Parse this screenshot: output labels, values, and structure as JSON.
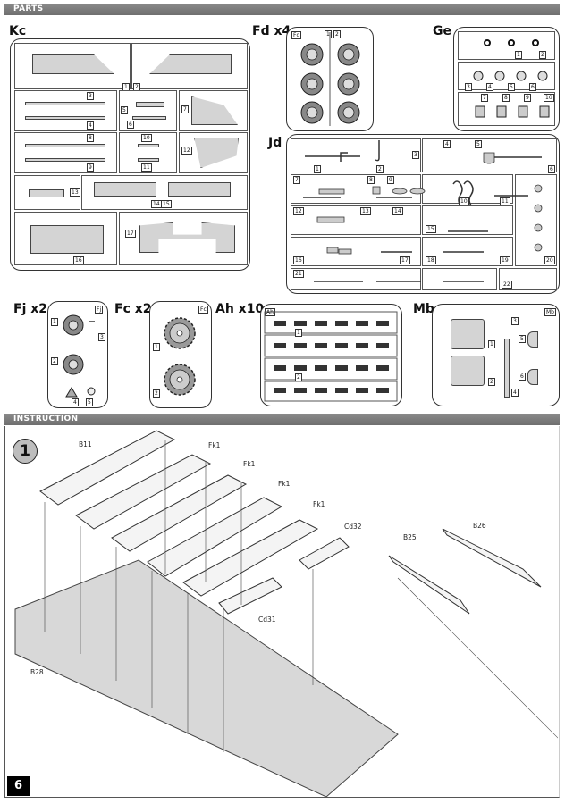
{
  "sections": {
    "parts": "PARTS",
    "instruction": "INSTRUCTION"
  },
  "sprues": {
    "kc": {
      "title": "Kc",
      "tag": "Kc",
      "parts": [
        "1",
        "2",
        "3",
        "4",
        "5",
        "6",
        "7",
        "8",
        "9",
        "10",
        "11",
        "12",
        "13",
        "14",
        "15",
        "16",
        "17"
      ]
    },
    "fd": {
      "title": "Fd x4",
      "tag": "Fd",
      "parts": [
        "1",
        "2"
      ]
    },
    "ge": {
      "title": "Ge",
      "tag": "Ge",
      "parts": [
        "1",
        "2",
        "3",
        "4",
        "5",
        "6",
        "7",
        "8",
        "9",
        "10"
      ]
    },
    "jd": {
      "title": "Jd",
      "tag": "Jd",
      "parts": [
        "1",
        "2",
        "3",
        "4",
        "5",
        "6",
        "7",
        "8",
        "9",
        "10",
        "11",
        "12",
        "13",
        "14",
        "15",
        "16",
        "17",
        "18",
        "19",
        "20",
        "21",
        "22"
      ]
    },
    "fj": {
      "title": "Fj x2",
      "tag": "Fj",
      "parts": [
        "1",
        "2",
        "3",
        "4",
        "5"
      ]
    },
    "fc": {
      "title": "Fc x2",
      "tag": "Fc",
      "parts": [
        "1",
        "2"
      ]
    },
    "ah": {
      "title": "Ah x10",
      "tag": "Ah",
      "parts": [
        "1",
        "2"
      ]
    },
    "mb": {
      "title": "Mb",
      "tag": "Mb",
      "parts": [
        "1",
        "2",
        "3",
        "4",
        "5",
        "6"
      ]
    }
  },
  "instruction": {
    "step": "1",
    "callouts": {
      "b11": "B11",
      "fk1a": "Fk1",
      "fk1b": "Fk1",
      "fk1c": "Fk1",
      "fk1d": "Fk1",
      "cd32": "Cd32",
      "cd31": "Cd31",
      "b25": "B25",
      "b26": "B26",
      "b28": "B28"
    }
  },
  "page_number": "6"
}
